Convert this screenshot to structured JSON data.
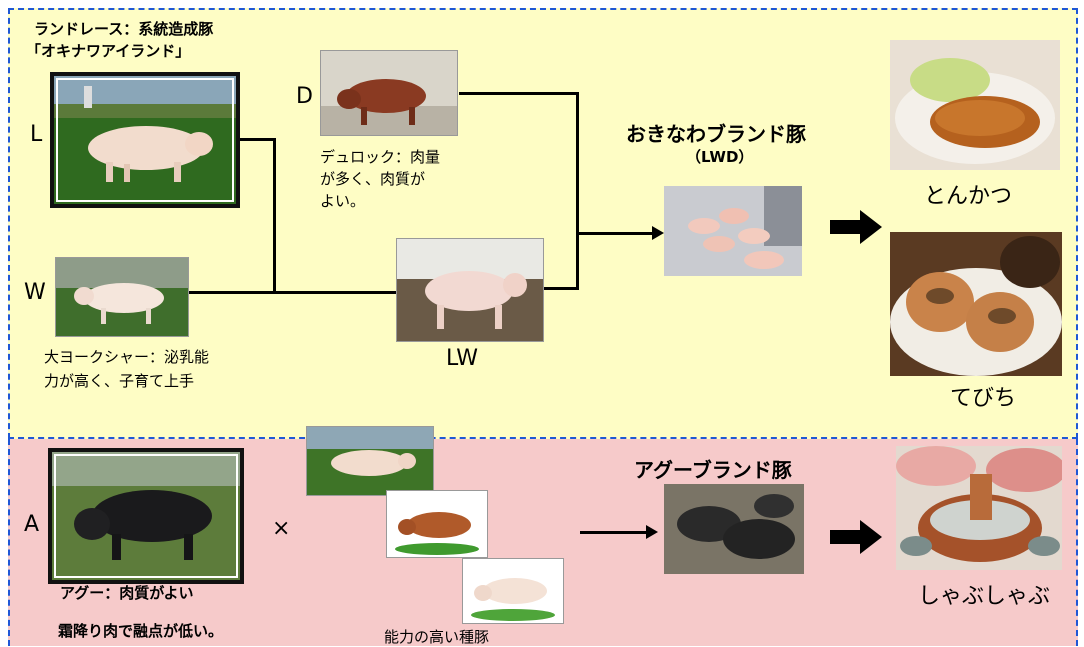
{
  "top": {
    "landrace_title_1": "ランドレース：系統造成豚",
    "landrace_title_2": "「オキナワアイランド」",
    "label_L": "L",
    "label_D": "D",
    "label_W": "W",
    "label_LW": "LW",
    "duroc_note_1": "デュロック：肉量",
    "duroc_note_2": "が多く、肉質が",
    "duroc_note_3": "よい。",
    "yorkshire_note_1": "大ヨークシャー：泌乳能",
    "yorkshire_note_2": "力が高く、子育て上手",
    "brand_title": "おきなわブランド豚",
    "brand_code": "（LWD）",
    "dish1": "とんかつ",
    "dish2": "てびち"
  },
  "bottom": {
    "label_A": "A",
    "cross_symbol": "×",
    "agu_note_1": "アグー：肉質がよい",
    "agu_note_2": "霜降り肉で融点が低い。",
    "breeds_caption": "能力の高い種豚",
    "brand_title": "アグーブランド豚",
    "dish": "しゃぶしゃぶ"
  },
  "colors": {
    "top_background": "#fefdc5",
    "bottom_background": "#f6caca",
    "dashed_border": "#1f57d6"
  },
  "icons": [
    "pig-photo",
    "dish-photo",
    "right-arrow-icon"
  ]
}
